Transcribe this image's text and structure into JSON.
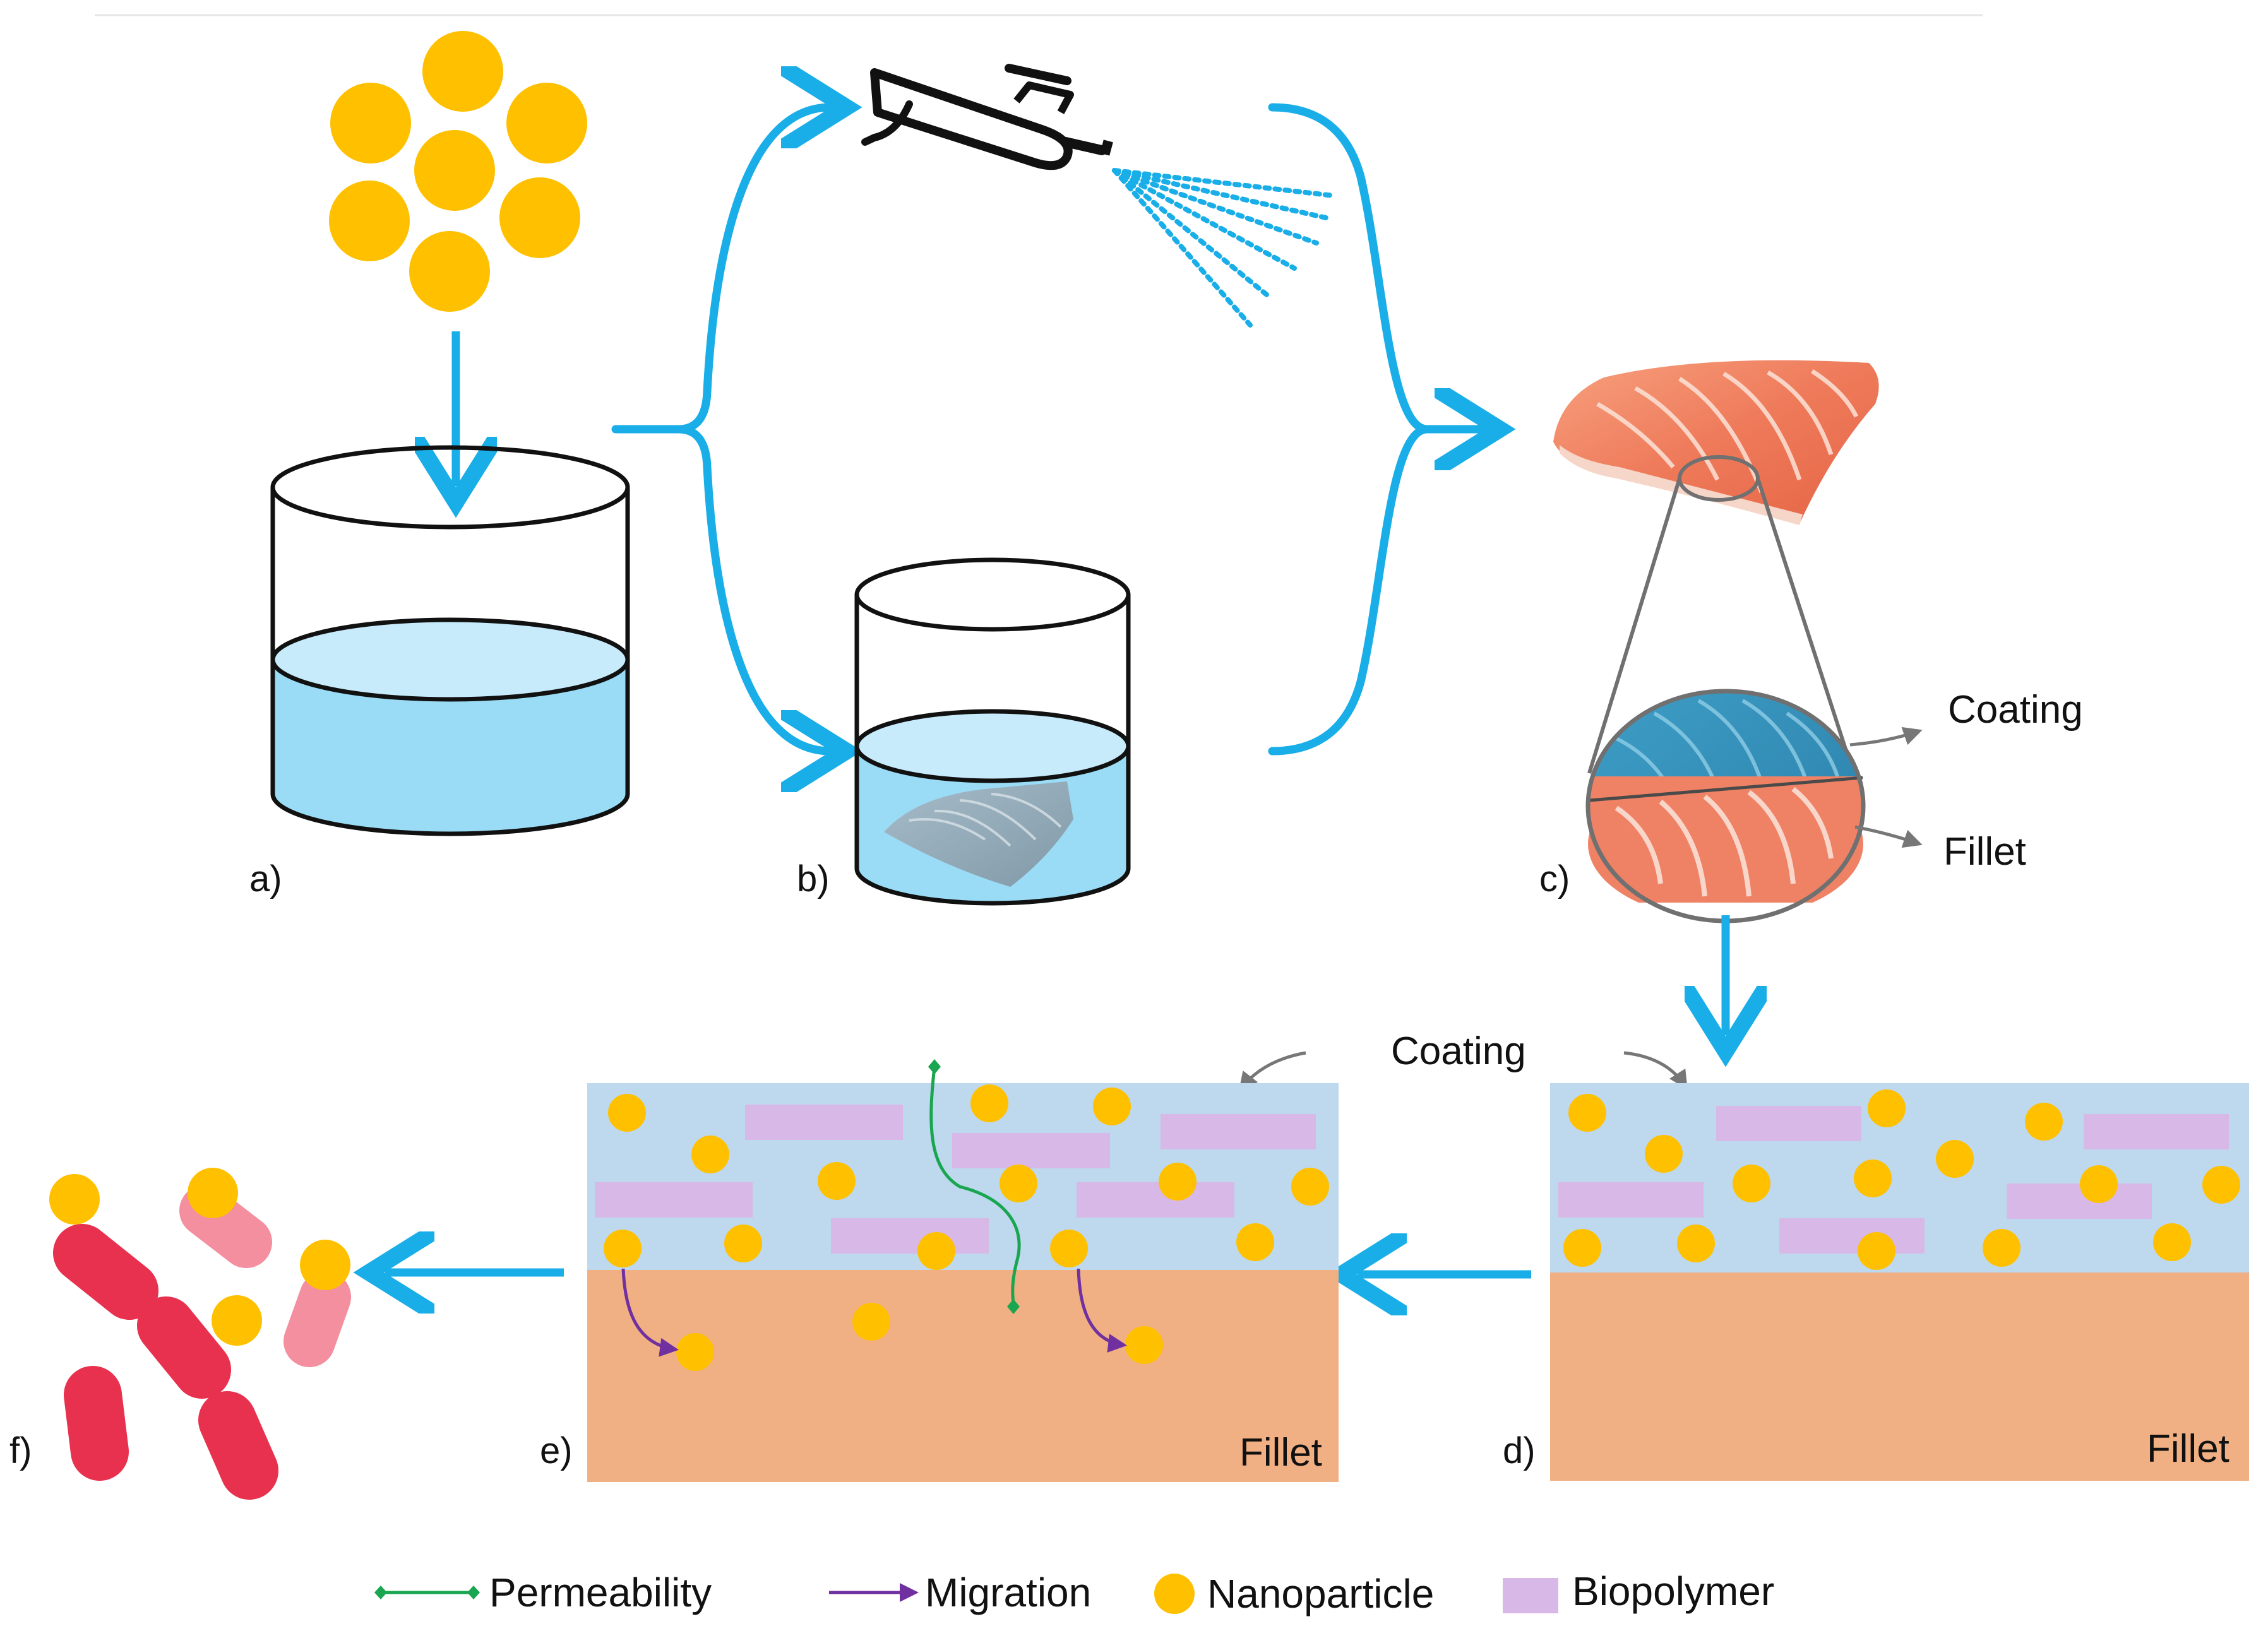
{
  "panels": {
    "a": "a)",
    "b": "b)",
    "c": "c)",
    "d": "d)",
    "e": "e)",
    "f": "f)"
  },
  "labels": {
    "coating_zoom": "Coating",
    "fillet_zoom": "Fillet",
    "coating_mid": "Coating",
    "fillet_d": "Fillet",
    "fillet_e": "Fillet"
  },
  "legend": {
    "permeability": "Permeability",
    "migration": "Migration",
    "nanoparticle": "Nanoparticle",
    "biopolymer": "Biopolymer"
  },
  "colors": {
    "nanoparticle": "#FFC000",
    "arrow": "#19AEE8",
    "liquid": "#9ADCF6",
    "coating_layer": "#BED9EE",
    "fillet_layer": "#F1B084",
    "biopolymer": "#D8B8E6",
    "permeability": "#1AA650",
    "migration": "#7030A0",
    "bacteria_dark": "#E8314F",
    "bacteria_light": "#F48FA0",
    "salmon": "#F08060"
  }
}
